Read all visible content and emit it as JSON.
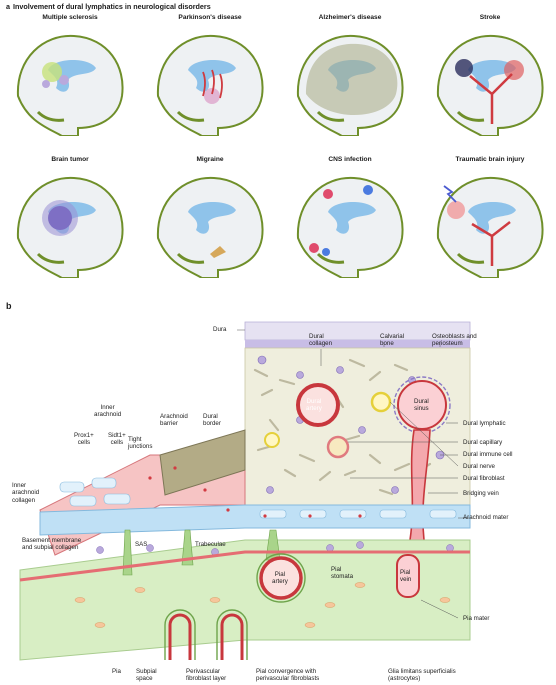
{
  "panel_a": {
    "letter": "a",
    "title": "Involvement of dural lymphatics in neurological disorders",
    "conditions": [
      "Multiple sclerosis",
      "Parkinson's disease",
      "Alzheimer's disease",
      "Stroke",
      "Brain tumor",
      "Migraine",
      "CNS infection",
      "Traumatic brain injury"
    ]
  },
  "panel_b": {
    "letter": "b",
    "labels": {
      "dura": "Dura",
      "dural_collagen": "Dural\ncollagen",
      "calvarial_bone": "Calvarial\nbone",
      "osteoblasts": "Osteoblasts and\nperiosteum",
      "dural_artery": "Dural\nartery",
      "dural_sinus": "Dural\nsinus",
      "dural_lymphatic": "Dural lymphatic",
      "dural_capillary": "Dural capillary",
      "dural_immune_cell": "Dural immune cell",
      "dural_nerve": "Dural nerve",
      "dural_fibroblast": "Dural fibroblast",
      "bridging_vein": "Bridging vein",
      "arachnoid_mater": "Arachnoid mater",
      "inner_arachnoid": "Inner\narachnoid",
      "prox1_cells": "Prox1+\ncells",
      "sidt1_cells": "Sidt1+\ncells",
      "tight_junctions": "Tight\njunctions",
      "arachnoid_barrier": "Arachnoid\nbarrier",
      "dural_border": "Dural\nborder",
      "inner_arachnoid_collagen": "Inner\narachnoid\ncollagen",
      "basement_membrane": "Basement membrane\nand subpial collagen",
      "sas": "SAS",
      "trabeculae": "Trabeculae",
      "pial_artery": "Pial\nartery",
      "pial_stomata": "Pial\nstomata",
      "pial_vein": "Pial\nvein",
      "pia_mater": "Pia mater",
      "pia": "Pia",
      "subpial_space": "Subpial\nspace",
      "perivascular_fibroblast": "Perivascular\nfibroblast layer",
      "pial_convergence": "Pial convergence with\nperivascular fibroblasts",
      "glia_limitans": "Glia limitans superficialis\n(astrocytes)"
    }
  },
  "colors": {
    "brain_fill": "#eef1f3",
    "ventricle": "#8fc3ea",
    "lymphatic": "#6f8f2a",
    "vessel_red": "#cf3b40",
    "dura_beige": "#efeedd",
    "arachnoid_blue": "#bfe0f5",
    "pia_green": "#d8eec4",
    "pia_red": "#e56d73"
  }
}
